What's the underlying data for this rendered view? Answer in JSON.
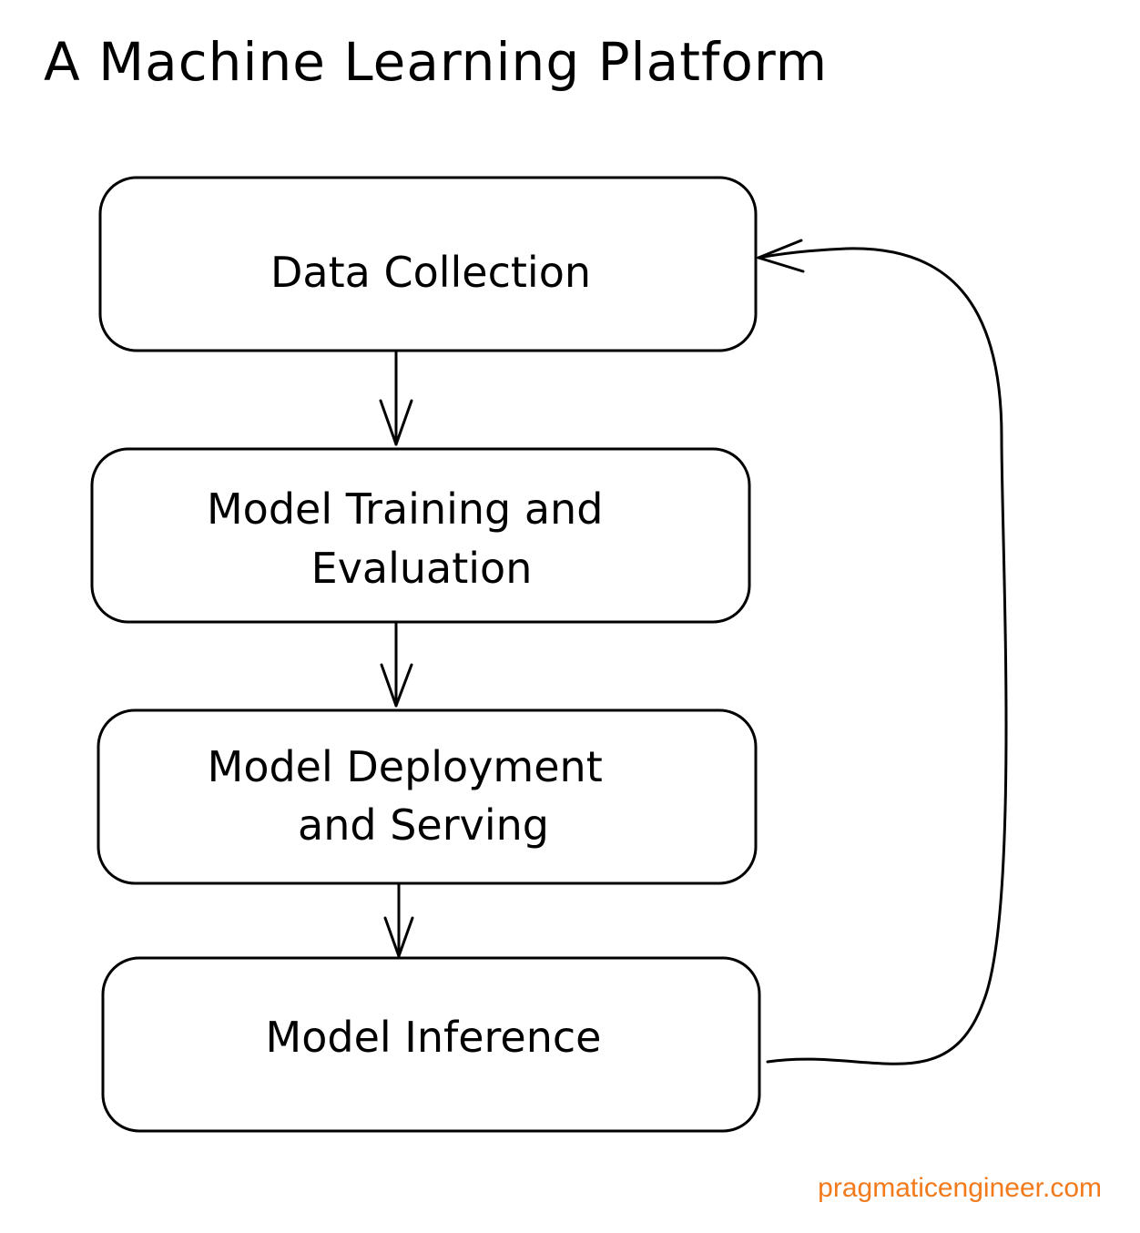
{
  "title": "A Machine Learning Platform",
  "nodes": [
    {
      "id": "data-collection",
      "lines": [
        "Data Collection"
      ]
    },
    {
      "id": "model-training",
      "lines": [
        "Model Training and",
        "Evaluation"
      ]
    },
    {
      "id": "model-deployment",
      "lines": [
        "Model Deployment",
        "and Serving"
      ]
    },
    {
      "id": "model-inference",
      "lines": [
        "Model Inference"
      ]
    }
  ],
  "edges": [
    {
      "from": "data-collection",
      "to": "model-training"
    },
    {
      "from": "model-training",
      "to": "model-deployment"
    },
    {
      "from": "model-deployment",
      "to": "model-inference"
    },
    {
      "from": "model-inference",
      "to": "data-collection"
    }
  ],
  "watermark": "pragmaticengineer.com",
  "colors": {
    "stroke": "#000000",
    "watermark": "#f27a1a",
    "background": "#ffffff"
  }
}
